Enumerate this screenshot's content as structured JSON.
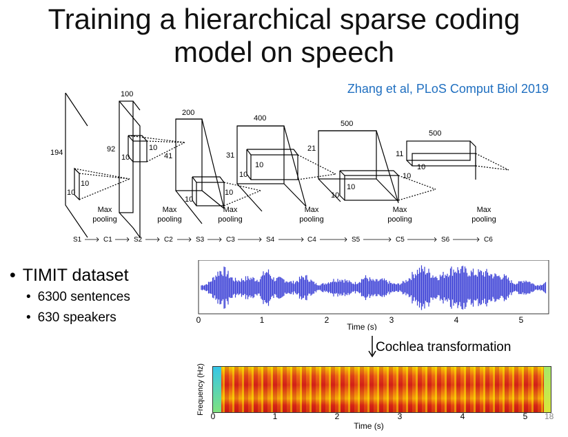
{
  "slide": {
    "title_line1": "Training a hierarchical sparse coding",
    "title_line2": "model on speech",
    "citation": "Zhang et al, PLoS Comput Biol 2019",
    "page_number": "18"
  },
  "network": {
    "input_size": "194",
    "layers": [
      {
        "top": "100",
        "side": "92",
        "filter": [
          "10",
          "10"
        ]
      },
      {
        "top": "200",
        "side": "41",
        "filter": [
          "10",
          "10"
        ]
      },
      {
        "top": "400",
        "side": "31",
        "filter": [
          "10",
          "10"
        ]
      },
      {
        "top": "500",
        "side": "21",
        "filter": [
          "10",
          "10"
        ]
      },
      {
        "top": "500",
        "side": "11",
        "filter": [
          "10",
          "10"
        ]
      }
    ],
    "input_filter": [
      "10",
      "10"
    ],
    "pooling_label_1": "Max",
    "pooling_label_2": "pooling",
    "stages": [
      "S1",
      "C1",
      "S2",
      "C2",
      "S3",
      "C3",
      "S4",
      "C4",
      "S5",
      "C5",
      "S6",
      "C6"
    ]
  },
  "bullets": {
    "main": "TIMIT dataset",
    "sub": [
      "6300 sentences",
      "630 speakers"
    ]
  },
  "waveform": {
    "x_ticks": [
      "0",
      "1",
      "2",
      "3",
      "4",
      "5"
    ],
    "xlabel": "Time (s)",
    "color": "#3a3fd6"
  },
  "cochlea_label": "Cochlea transformation",
  "spectrogram": {
    "x_ticks": [
      "0",
      "1",
      "2",
      "3",
      "4",
      "5"
    ],
    "xlabel": "Time (s)",
    "ylabel": "Frequency (Hz)"
  }
}
